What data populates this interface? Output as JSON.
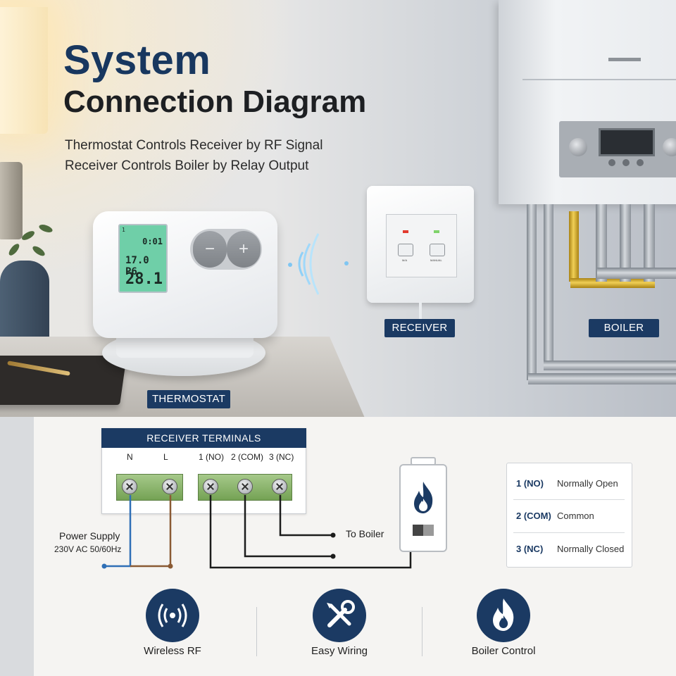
{
  "header": {
    "title_line1": "System",
    "title_line2": "Connection Diagram",
    "subtitle_line1": "Thermostat Controls Receiver by RF Signal",
    "subtitle_line2": "Receiver Controls Boiler by Relay Output"
  },
  "devices": {
    "thermostat_label": "THERMOSTAT",
    "receiver_label": "RECEIVER",
    "boiler_label": "BOILER"
  },
  "thermostat_display": {
    "corner": "1",
    "time": "0:01",
    "setpoint": "17.0 P6",
    "temperature": "28.1"
  },
  "thermostat_buttons": {
    "minus": "−",
    "plus": "+"
  },
  "receiver_panel": {
    "left_button": "M/A",
    "right_button": "MANUAL",
    "led_colors": [
      "#e23b2e",
      "#7fd36a"
    ]
  },
  "terminals": {
    "header": "RECEIVER TERMINALS",
    "labels": [
      "N",
      "L",
      "1 (NO)",
      "2 (COM)",
      "3 (NC)"
    ]
  },
  "wiring": {
    "power_supply": "Power Supply",
    "power_rating": "230V AC 50/60Hz",
    "to_boiler": "To Boiler",
    "wire_colors": {
      "neutral": "#2f6fb6",
      "live": "#8a5a34",
      "relay": "#1c1c1c"
    }
  },
  "legend": [
    {
      "key": "1 (NO)",
      "value": "Normally Open"
    },
    {
      "key": "2 (COM)",
      "value": "Common"
    },
    {
      "key": "3 (NC)",
      "value": "Normally Closed"
    }
  ],
  "features": [
    {
      "label": "Wireless RF",
      "icon": "wireless-rf-icon"
    },
    {
      "label": "Easy Wiring",
      "icon": "tools-icon"
    },
    {
      "label": "Boiler Control",
      "icon": "flame-icon"
    }
  ],
  "colors": {
    "navy": "#1b3a63",
    "lcd": "#6fcfa8",
    "terminal_green": "#8cbc6c"
  }
}
